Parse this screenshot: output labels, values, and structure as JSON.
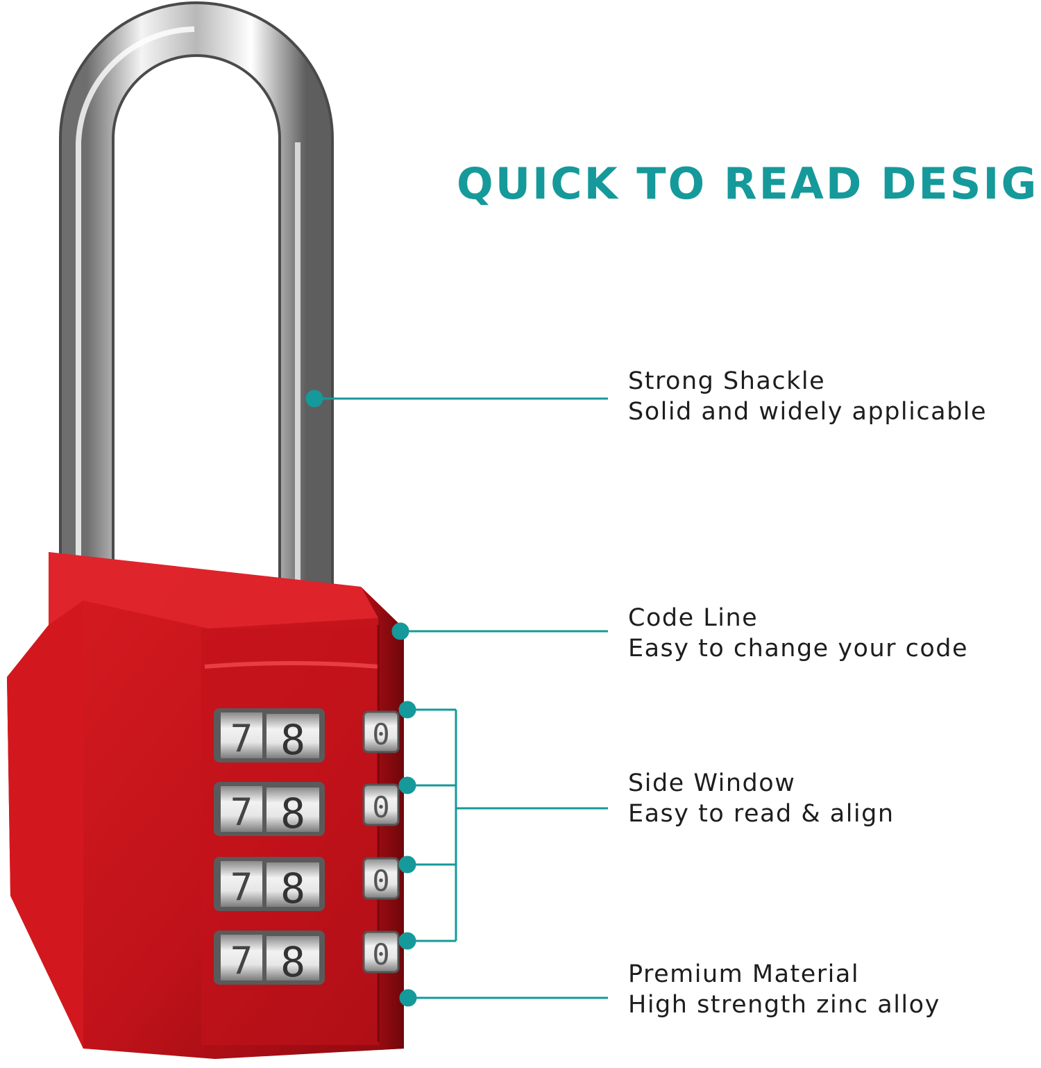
{
  "headline": "QUICK TO READ DESIGN",
  "colors": {
    "accent": "#16999a",
    "lock_red": "#c8141a",
    "text": "#1d1d1d"
  },
  "dial_digits": [
    "7",
    "8",
    "0"
  ],
  "features": [
    {
      "title": "Strong Shackle",
      "subtitle": "Solid and widely applicable"
    },
    {
      "title": "Code Line",
      "subtitle": "Easy to change your code"
    },
    {
      "title": "Side Window",
      "subtitle": "Easy to read & align"
    },
    {
      "title": "Premium Material",
      "subtitle": "High strength zinc alloy"
    }
  ]
}
